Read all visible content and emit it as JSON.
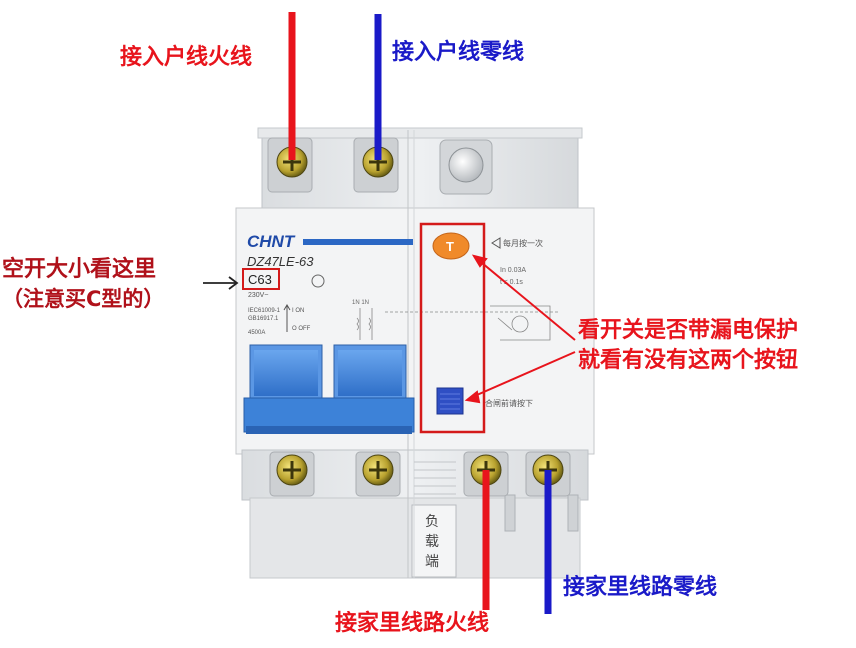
{
  "annotations": {
    "live_in": "接入户线火线",
    "neutral_in": "接入户线零线",
    "size_line1": "空开大小看这里",
    "size_line2": "（注意买C型的）",
    "leak_line1": "看开关是否带漏电保护",
    "leak_line2": "就看有没有这两个按钮",
    "neutral_out": "接家里线路零线",
    "live_out": "接家里线路火线"
  },
  "breaker": {
    "brand": "CHNT",
    "model": "DZ47LE-63",
    "rating": "C63",
    "voltage": "230V~",
    "standards": [
      "IEC61009-1",
      "GB16917.1"
    ],
    "capacity": "4500A",
    "on_label": "I ON",
    "off_label": "O OFF",
    "test_button": "T",
    "test_note": "每月按一次",
    "spec_line1": "In  0.03A",
    "spec_line2": "t  ≤  0.1s",
    "reset_note": "合闸前请按下",
    "terminal_marks": "1N 1N",
    "load_side": [
      "负",
      "载",
      "端"
    ]
  },
  "colors": {
    "live": "#e8141c",
    "neutral": "#1a1ac8",
    "toggle": "#3d82d8",
    "test_button": "#f08a2a",
    "reset_button": "#2f4fc4",
    "highlight_box": "#d41a1a"
  }
}
